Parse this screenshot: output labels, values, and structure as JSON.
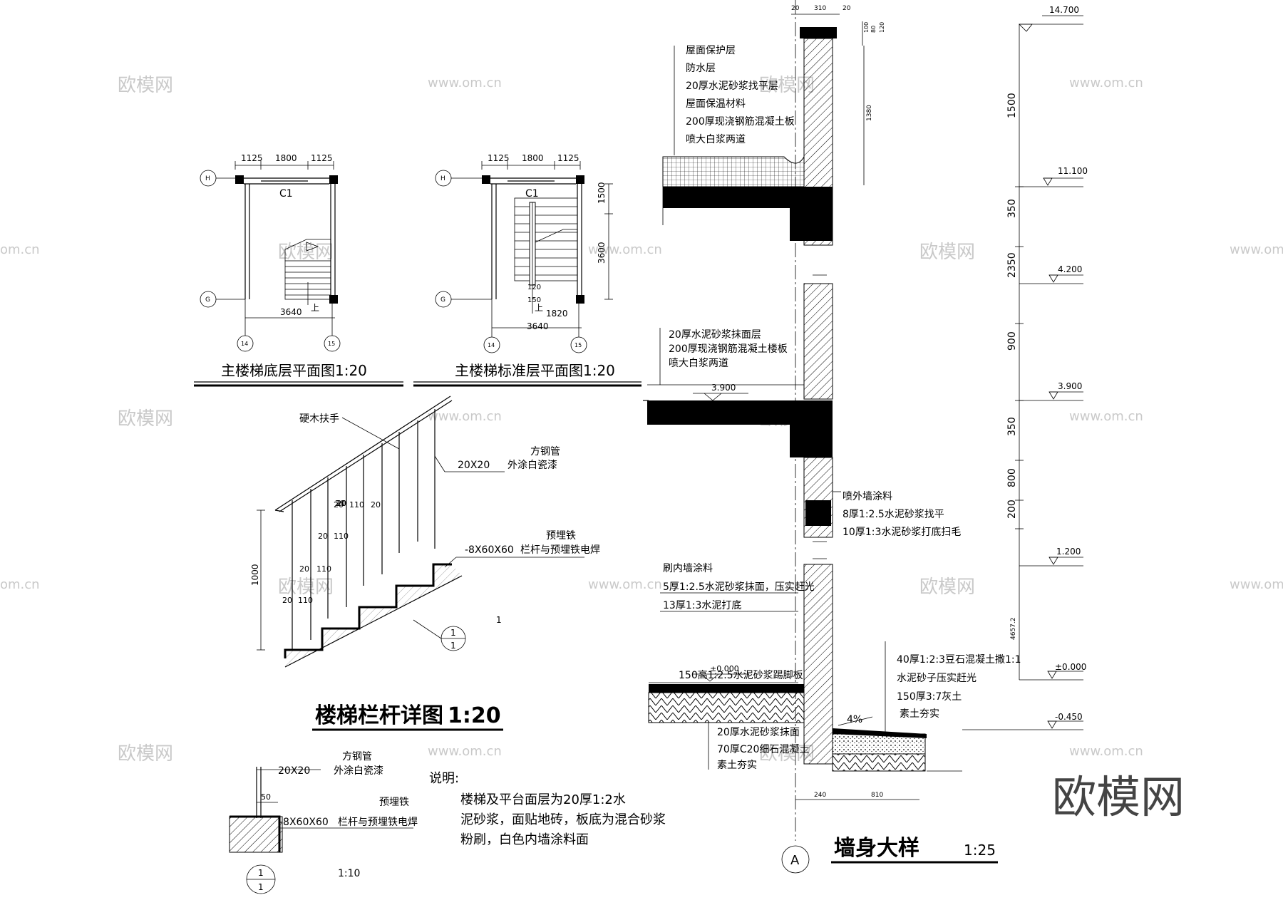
{
  "watermarks": {
    "brand": "欧模网",
    "url": "www.om.cn",
    "url_partial": "om.cn"
  },
  "plan_ground": {
    "title": "主楼梯底层平面图1:20",
    "top_dims": [
      "1125",
      "1800",
      "1125"
    ],
    "window": "C1",
    "bottom_dim": "3640",
    "axis_h": "H",
    "axis_g": "G",
    "axis_14": "14",
    "axis_15": "15",
    "arrow_label": "上"
  },
  "plan_std": {
    "title": "主楼梯标准层平面图1:20",
    "top_dims": [
      "1125",
      "1800",
      "1125"
    ],
    "window": "C1",
    "right_dims": [
      "1500",
      "3600"
    ],
    "inner_dims": [
      "120",
      "150",
      "1820"
    ],
    "bottom_dim": "3640",
    "axis_h": "H",
    "axis_g": "G",
    "axis_14": "14",
    "axis_15": "15",
    "arrow_label": "上"
  },
  "railing": {
    "title": "楼梯栏杆详图",
    "scale": "1:20",
    "handrail": "硬木扶手",
    "tube_size": "20X20",
    "tube_name": "方钢管",
    "tube_paint": "外涂白瓷漆",
    "plate_size": "-8X60X60",
    "plate_name": "预埋铁",
    "plate_weld": "栏杆与预埋铁电焊",
    "height": "1000",
    "d20": "20",
    "d110": "110",
    "callout_num": "1",
    "callout_den": "1",
    "side_mark": "1"
  },
  "detail": {
    "tube_size": "20X20",
    "tube_name": "方钢管",
    "tube_paint": "外涂白瓷漆",
    "dim50": "50",
    "plate_size": "-8X60X60",
    "plate_name": "预埋铁",
    "plate_weld": "栏杆与预埋铁电焊",
    "callout_num": "1",
    "callout_den": "1",
    "scale": "1:10"
  },
  "notes": {
    "heading": "说明:",
    "line1": "楼梯及平台面层为20厚1:2水",
    "line2": "泥砂浆，面贴地砖，板底为混合砂浆",
    "line3": "粉刷，白色内墙涂料面"
  },
  "wall": {
    "title": "墙身大样",
    "scale": "1:25",
    "axis": "A",
    "roof_layers": [
      "屋面保护层",
      "防水层",
      "20厚水泥砂浆找平层",
      "屋面保温材料",
      "200厚现浇钢筋混凝土板",
      "喷大白浆两道"
    ],
    "floor_layers": [
      "20厚水泥砂浆抹面层",
      "200厚现浇钢筋混凝土楼板",
      "喷大白浆两道"
    ],
    "ext_layers": [
      "喷外墙涂料",
      "8厚1:2.5水泥砂浆找平",
      "10厚1:3水泥砂浆打底扫毛"
    ],
    "int_layers": [
      "刷内墙涂料",
      "5厚1:2.5水泥砂浆抹面，压实赶光",
      "13厚1:3水泥打底"
    ],
    "skirting": "150高1:2.5水泥砂浆踢脚板",
    "ground_layers": [
      "20厚水泥砂浆抹面",
      "70厚C20细石混凝土",
      "素土夯实"
    ],
    "apron_layers": [
      "40厚1:2:3豆石混凝土撒1:1",
      "水泥砂子压实赶光",
      "150厚3:7灰土",
      "素土夯实"
    ],
    "slope": "4%",
    "floor_elev": "3.900",
    "ground_elev": "±0.000",
    "top_dims": [
      "20",
      "310",
      "20"
    ],
    "parapet_dims": [
      "100",
      "80",
      "120"
    ],
    "parapet_h": "1380",
    "bottom_dims": [
      "240",
      "810"
    ]
  },
  "elevations": {
    "marks": [
      "14.700",
      "11.100",
      "4.200",
      "3.900",
      "1.200",
      "±0.000",
      "-0.450"
    ],
    "spans": [
      "1500",
      "350",
      "2350",
      "900",
      "350",
      "800",
      "200",
      "4657.2"
    ]
  }
}
